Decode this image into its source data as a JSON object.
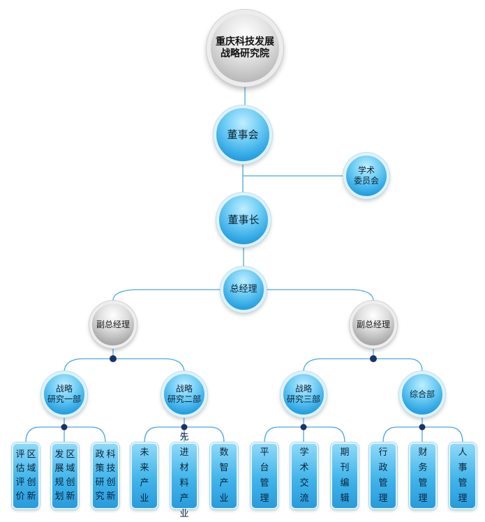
{
  "root": {
    "lines": [
      "重庆科技发展",
      "战略研究院"
    ]
  },
  "board": {
    "label": "董事会"
  },
  "academic": {
    "lines": [
      "学术",
      "委员会"
    ]
  },
  "chairman": {
    "label": "董事长"
  },
  "gm": {
    "label": "总经理"
  },
  "deputy_left": {
    "label": "副总经理"
  },
  "deputy_right": {
    "label": "副总经理"
  },
  "departments": [
    {
      "lines": [
        "战略",
        "研究一部"
      ]
    },
    {
      "lines": [
        "战略",
        "研究二部"
      ]
    },
    {
      "lines": [
        "战略",
        "研究三部"
      ]
    },
    {
      "lines": [
        "综合部"
      ]
    }
  ],
  "leaves": [
    {
      "columns": [
        "区域创新",
        "评估评价"
      ]
    },
    {
      "columns": [
        "区域创新",
        "发展规划"
      ]
    },
    {
      "columns": [
        "科技创新",
        "政策研究"
      ]
    },
    {
      "columns": [
        "未来产业"
      ]
    },
    {
      "columns": [
        "先进材料产业"
      ]
    },
    {
      "columns": [
        "数智产业"
      ]
    },
    {
      "columns": [
        "平台管理"
      ]
    },
    {
      "columns": [
        "学术交流"
      ]
    },
    {
      "columns": [
        "期刊编辑"
      ]
    },
    {
      "columns": [
        "行政管理"
      ]
    },
    {
      "columns": [
        "财务管理"
      ]
    },
    {
      "columns": [
        "人事管理"
      ]
    }
  ],
  "colors": {
    "line": "#4aa8dc",
    "dot": "#1c3168"
  }
}
